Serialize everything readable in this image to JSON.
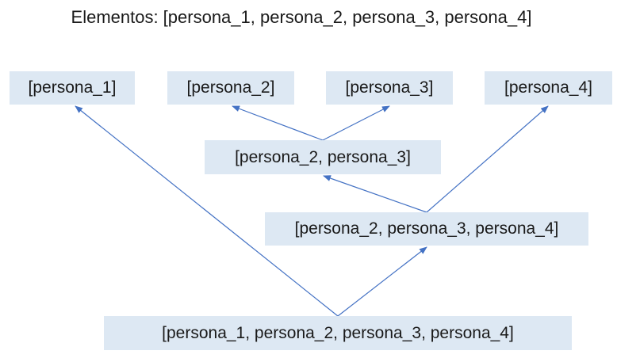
{
  "title": "Elementos: [persona_1, persona_2, persona_3, persona_4]",
  "nodes": {
    "n1": "[persona_1]",
    "n2": "[persona_2]",
    "n3": "[persona_3]",
    "n4": "[persona_4]",
    "n23": "[persona_2, persona_3]",
    "n234": "[persona_2, persona_3, persona_4]",
    "n1234": "[persona_1, persona_2, persona_3, persona_4]"
  },
  "colors": {
    "node_fill": "#dde8f3",
    "arrow": "#4472c4"
  }
}
